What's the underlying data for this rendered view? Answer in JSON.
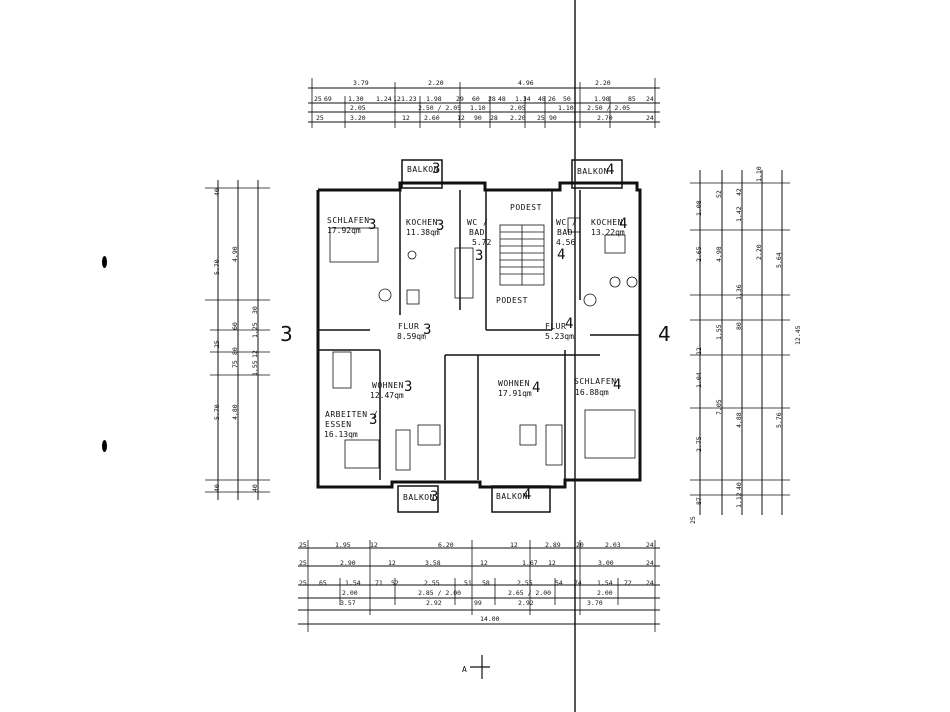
{
  "units": {
    "left": {
      "number": "3"
    },
    "right": {
      "number": "4"
    }
  },
  "rooms": {
    "balkon_top_left": {
      "name": "BALKON",
      "num": "3"
    },
    "balkon_top_right": {
      "name": "BALKON",
      "num": "4"
    },
    "schlafen_left": {
      "name": "SCHLAFEN",
      "area": "17.92qm",
      "num": "3"
    },
    "kochen_left": {
      "name": "KOCHEN",
      "area": "11.38qm",
      "num": "3"
    },
    "wc_bad_left": {
      "name": "WC /",
      "name2": "BAD",
      "area": "5.72",
      "num": "3"
    },
    "podest_top": {
      "name": "PODEST"
    },
    "podest_bottom": {
      "name": "PODEST"
    },
    "wc_bad_right": {
      "name": "WC /",
      "name2": "BAD",
      "area": "4.56",
      "num": "4"
    },
    "kochen_right": {
      "name": "KOCHEN",
      "area": "13.22qm",
      "num": "4"
    },
    "flur_left": {
      "name": "FLUR",
      "area": "8.59qm",
      "num": "3"
    },
    "flur_right": {
      "name": "FLUR",
      "area": "5.23qm",
      "num": "4"
    },
    "wohnen_left": {
      "name": "WOHNEN",
      "area": "12.47qm",
      "num": "3"
    },
    "wohnen_right": {
      "name": "WOHNEN",
      "area": "17.91qm",
      "num": "4"
    },
    "schlafen_right": {
      "name": "SCHLAFEN",
      "area": "16.88qm",
      "num": "4"
    },
    "arbeiten": {
      "name": "ARBEITEN /",
      "name2": "ESSEN",
      "area": "16.13qm",
      "num": "3"
    },
    "balkon_bottom_left": {
      "name": "BALKON",
      "num": "3"
    },
    "balkon_bottom_right": {
      "name": "BALKON",
      "num": "4"
    }
  },
  "dims_top": {
    "row1": [
      "3.79",
      "2.20",
      "4.96",
      "2.20"
    ],
    "row2": [
      "25",
      "69",
      "1.30",
      "1.24",
      "12",
      "1.23",
      "1.98",
      "29",
      "60",
      "28",
      "48",
      "1.34",
      "48",
      "26",
      "50",
      "1.98",
      "85",
      "24"
    ],
    "row3": [
      "2.05",
      "2.50 / 2.05",
      "1.10",
      "2.05",
      "1.10",
      "2.50 / 2.05"
    ],
    "row4": [
      "25",
      "3.20",
      "12",
      "2.60",
      "12",
      "90",
      "28",
      "2.20",
      "25",
      "90",
      "2.70",
      "24"
    ]
  },
  "dims_bottom": {
    "row1": [
      "25",
      "1.95",
      "12",
      "6.20",
      "12",
      "2.89",
      "20",
      "2.03",
      "24"
    ],
    "row2": [
      "25",
      "2.90",
      "12",
      "3.58",
      "12",
      "1.67",
      "12",
      "3.00",
      "24"
    ],
    "row3": [
      "25",
      "65",
      "1.54",
      "71",
      "52",
      "2.55",
      "51",
      "58",
      "2.55",
      "54",
      "74",
      "1.54",
      "72",
      "24"
    ],
    "row4": [
      "2.00",
      "2.85 / 2.00",
      "2.65 / 2.00",
      "2.00"
    ],
    "row5": [
      "3.57",
      "2.92",
      "99",
      "2.92",
      "3.70"
    ],
    "row6": [
      "14.00"
    ]
  },
  "dims_left": [
    "40",
    "4.90",
    "5.70",
    "30",
    "60",
    "1.25",
    "80",
    "25",
    "12",
    "1.55",
    "75",
    "4.80",
    "5.70",
    "40",
    "40"
  ],
  "dims_right": [
    "1.10",
    "52",
    "1.08",
    "42",
    "1.42",
    "2.20",
    "2.65",
    "5.64",
    "4.98",
    "1.36",
    "12.45",
    "1.55",
    "80",
    "12",
    "1.04",
    "7.05",
    "4.88",
    "5.76",
    "2.75",
    "87",
    "40",
    "1.12",
    "25"
  ],
  "section_mark": {
    "label": "A"
  }
}
